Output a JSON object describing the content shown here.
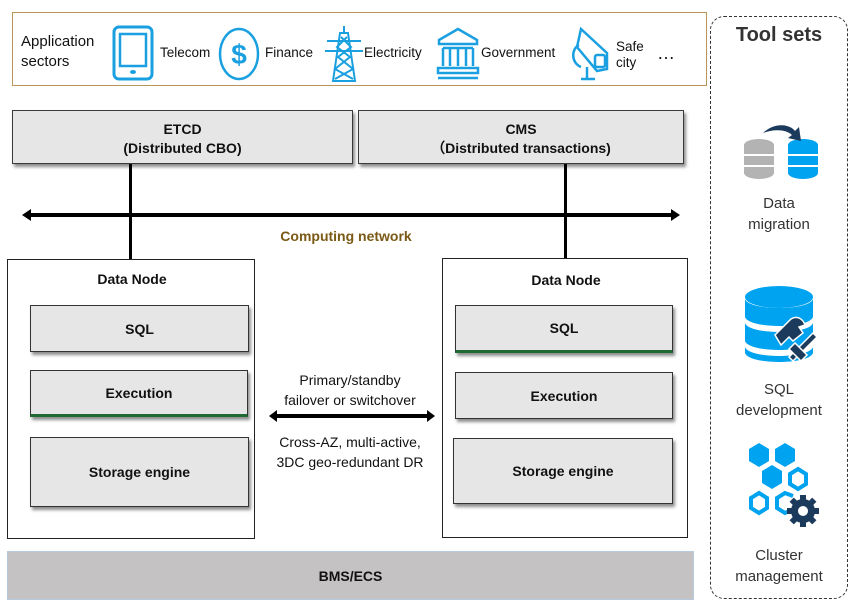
{
  "sectors": {
    "title_line1": "Application",
    "title_line2": "sectors",
    "items": [
      {
        "label": "Telecom",
        "icon": "tablet-icon"
      },
      {
        "label": "Finance",
        "icon": "dollar-icon"
      },
      {
        "label": "Electricity",
        "icon": "power-tower-icon"
      },
      {
        "label": "Government",
        "icon": "government-building-icon"
      },
      {
        "label_line1": "Safe",
        "label_line2": "city",
        "icon": "surveillance-camera-icon"
      }
    ],
    "more": "…"
  },
  "top_boxes": [
    {
      "title": "ETCD",
      "subtitle": "(Distributed CBO)"
    },
    {
      "title": "CMS",
      "subtitle": "（Distributed transactions)"
    }
  ],
  "network": {
    "label": "Computing network"
  },
  "data_nodes": [
    {
      "title": "Data Node",
      "layers": [
        "SQL",
        "Execution",
        "Storage engine"
      ]
    },
    {
      "title": "Data Node",
      "layers": [
        "SQL",
        "Execution",
        "Storage engine"
      ]
    }
  ],
  "replication": {
    "top_line1": "Primary/standby",
    "top_line2": "failover or switchover",
    "bottom_line1": "Cross-AZ, multi-active,",
    "bottom_line2": "3DC geo-redundant DR"
  },
  "infrastructure": {
    "label": "BMS/ECS"
  },
  "toolsets": {
    "title": "Tool sets",
    "items": [
      {
        "line1": "Data",
        "line2": "migration",
        "icon": "data-migration-icon"
      },
      {
        "line1": "SQL",
        "line2": "development",
        "icon": "sql-development-icon"
      },
      {
        "line1": "Cluster",
        "line2": "management",
        "icon": "cluster-management-icon"
      }
    ]
  },
  "colors": {
    "icon_blue": "#1aa0e0",
    "tool_blue": "#00a3f0",
    "dark_navy": "#1b3a5c",
    "network_label": "#7a5a14",
    "sectors_border": "#b8955a",
    "box_fill": "#e6e6e6",
    "infra_fill": "#c4c2c2"
  }
}
